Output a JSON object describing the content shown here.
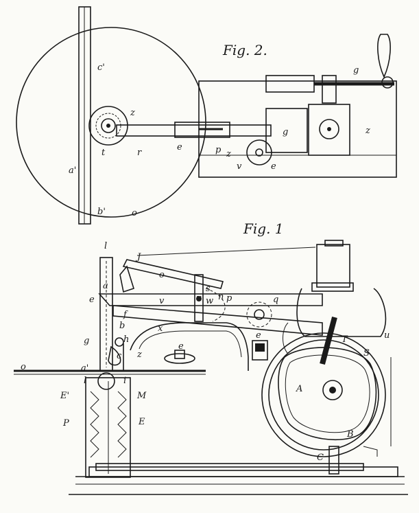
{
  "figures": [
    {
      "id": "fig2",
      "title": "Fig. 2.",
      "labels": [
        "c'",
        "z",
        "t",
        "r",
        "e",
        "g",
        "p",
        "z",
        "v",
        "e",
        "g",
        "z",
        "a'",
        "b'",
        "o"
      ]
    },
    {
      "id": "fig1",
      "title": "Fig. 1",
      "labels": [
        "l",
        "J",
        "o",
        "a",
        "e",
        "s",
        "u",
        "w",
        "n",
        "p",
        "v",
        "f",
        "b",
        "x",
        "q",
        "h",
        "g",
        "c",
        "z",
        "e",
        "e",
        "T",
        "u",
        "S",
        "A",
        "a'",
        "o",
        "l",
        "i",
        "E'",
        "M",
        "P",
        "E",
        "B",
        "C"
      ]
    }
  ]
}
